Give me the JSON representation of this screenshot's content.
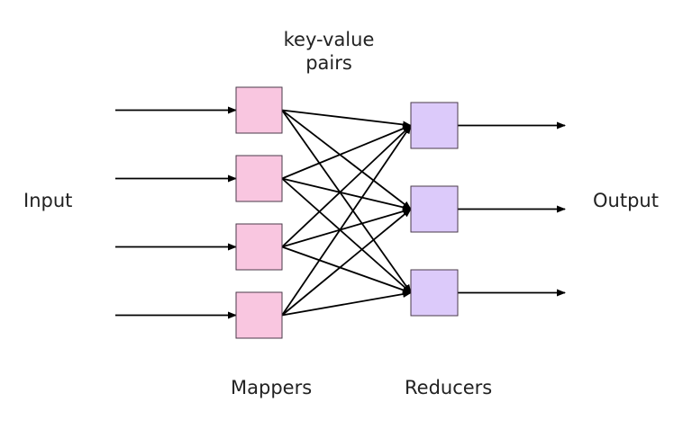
{
  "labels": {
    "input": "Input",
    "output": "Output",
    "key_value": "key-value pairs",
    "mappers": "Mappers",
    "reducers": "Reducers"
  },
  "mappers": {
    "count": 4
  },
  "reducers": {
    "count": 3
  },
  "colors": {
    "mapper_fill": "#f9c6e0",
    "reducer_fill": "#dccafa",
    "box_stroke": "#4a3a4a",
    "arrow": "#000000",
    "text": "#222222"
  }
}
